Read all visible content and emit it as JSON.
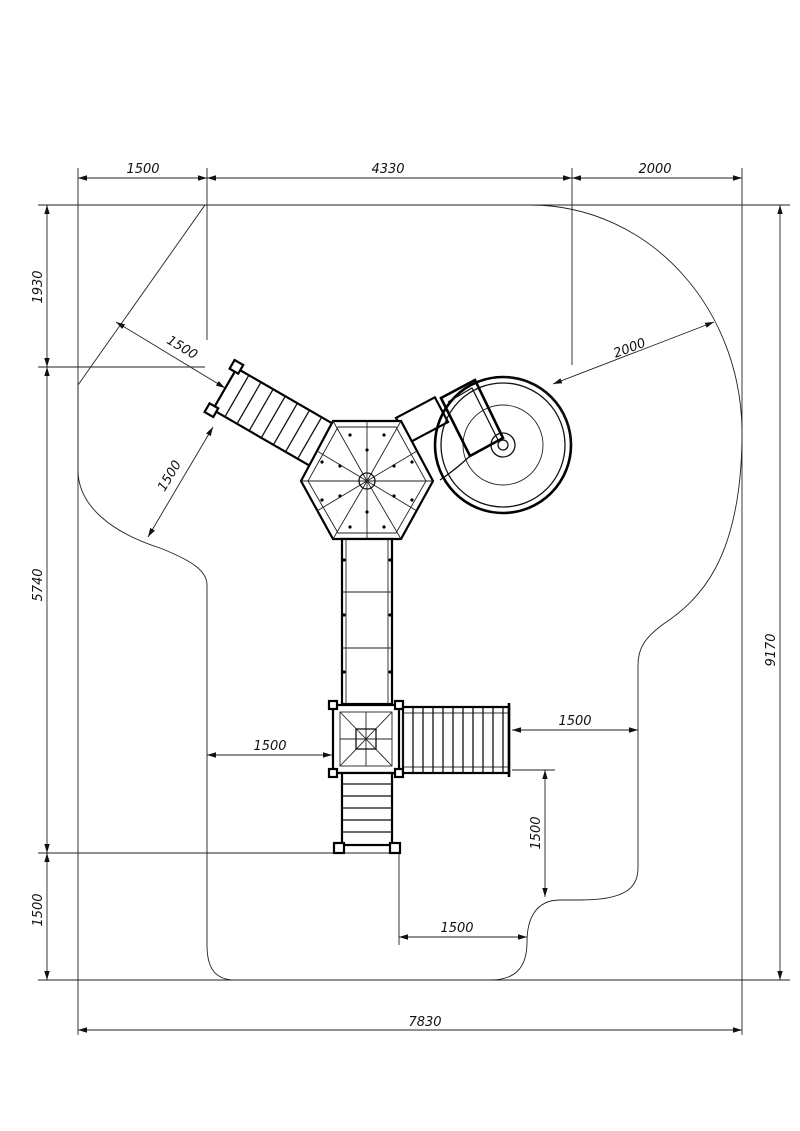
{
  "dimensions": {
    "top_left": "1500",
    "top_middle": "4330",
    "top_right": "2000",
    "left_top": "1930",
    "left_middle": "5740",
    "left_bottom": "1500",
    "right_total": "9170",
    "bottom_total": "7830",
    "diag_upper_left": "1500",
    "diag_stair": "1500",
    "diag_slide": "2000",
    "mid_left": "1500",
    "mid_right": "1500",
    "lower_vertical": "1500",
    "lower_horizontal": "1500"
  },
  "colors": {
    "line": "#000000",
    "background": "#ffffff"
  }
}
